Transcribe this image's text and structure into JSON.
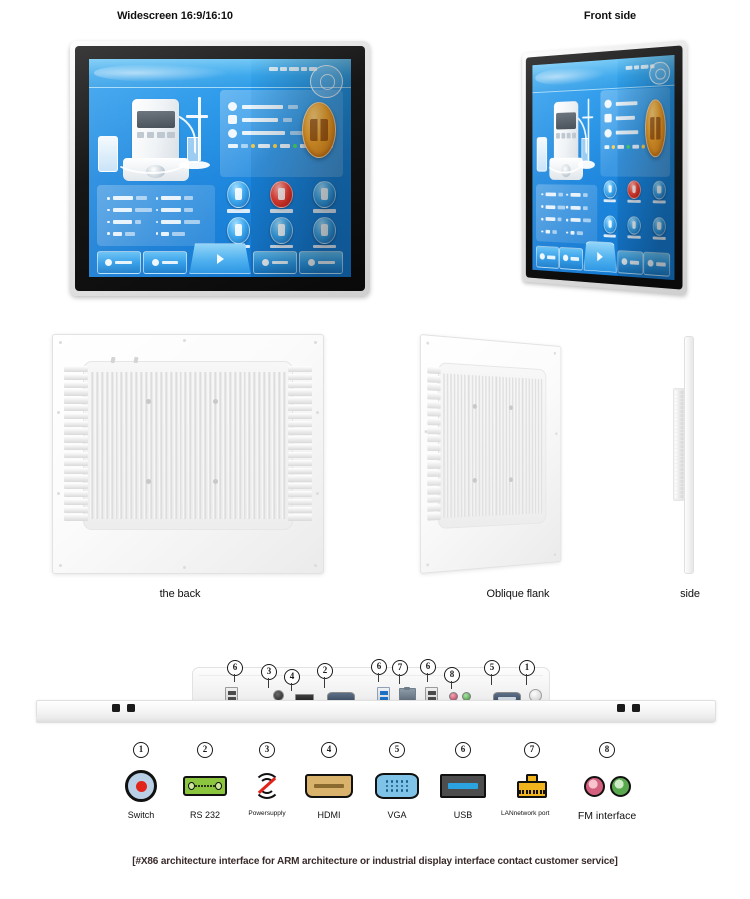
{
  "views": {
    "widescreen": {
      "title": "Widescreen 16:9/16:10"
    },
    "front": {
      "title": "Front side"
    },
    "back": {
      "caption": "the back"
    },
    "oblique": {
      "caption": "Oblique flank"
    },
    "side": {
      "caption": "side"
    }
  },
  "io_panel": {
    "callouts": [
      {
        "num": "6",
        "port": "usb2-dual"
      },
      {
        "num": "3",
        "port": "dc-power"
      },
      {
        "num": "4",
        "port": "hdmi"
      },
      {
        "num": "2",
        "port": "vga-serial"
      },
      {
        "num": "6",
        "port": "usb3-dual"
      },
      {
        "num": "7",
        "port": "lan-rj45"
      },
      {
        "num": "6",
        "port": "usb2-dual-b"
      },
      {
        "num": "8",
        "port": "audio-jacks"
      },
      {
        "num": "5",
        "port": "vga"
      },
      {
        "num": "1",
        "port": "power-switch"
      }
    ]
  },
  "legend": {
    "items": [
      {
        "num": "1",
        "label": "Switch",
        "icon": "switch-icon",
        "size": "normal"
      },
      {
        "num": "2",
        "label": "RS 232",
        "icon": "rs232-icon",
        "size": "normal"
      },
      {
        "num": "3",
        "label": "Powersupply",
        "icon": "power-supply-icon",
        "size": "small"
      },
      {
        "num": "4",
        "label": "HDMI",
        "icon": "hdmi-icon",
        "size": "normal"
      },
      {
        "num": "5",
        "label": "VGA",
        "icon": "vga-icon",
        "size": "normal"
      },
      {
        "num": "6",
        "label": "USB",
        "icon": "usb-icon",
        "size": "normal"
      },
      {
        "num": "7",
        "label": "LANnetwork port",
        "icon": "lan-port-icon",
        "size": "small"
      },
      {
        "num": "8",
        "label": "FM interface",
        "icon": "fm-interface-icon",
        "size": "big"
      }
    ]
  },
  "footer": {
    "disclaimer": "[#X86 architecture interface for ARM architecture or industrial display interface contact customer service]"
  },
  "colors": {
    "screen_blue": "#1d8ae0",
    "accent_orange": "#f7a82e",
    "alert_red": "#ef4136",
    "rs232_green": "#8cc63f",
    "hdmi_tan": "#d9b36c",
    "vga_blue": "#7fc4e8",
    "lan_yellow": "#f2b41c",
    "usb_dark": "#4d4d4d",
    "mic_pink": "#d4607f",
    "line_green": "#5aa84e"
  }
}
